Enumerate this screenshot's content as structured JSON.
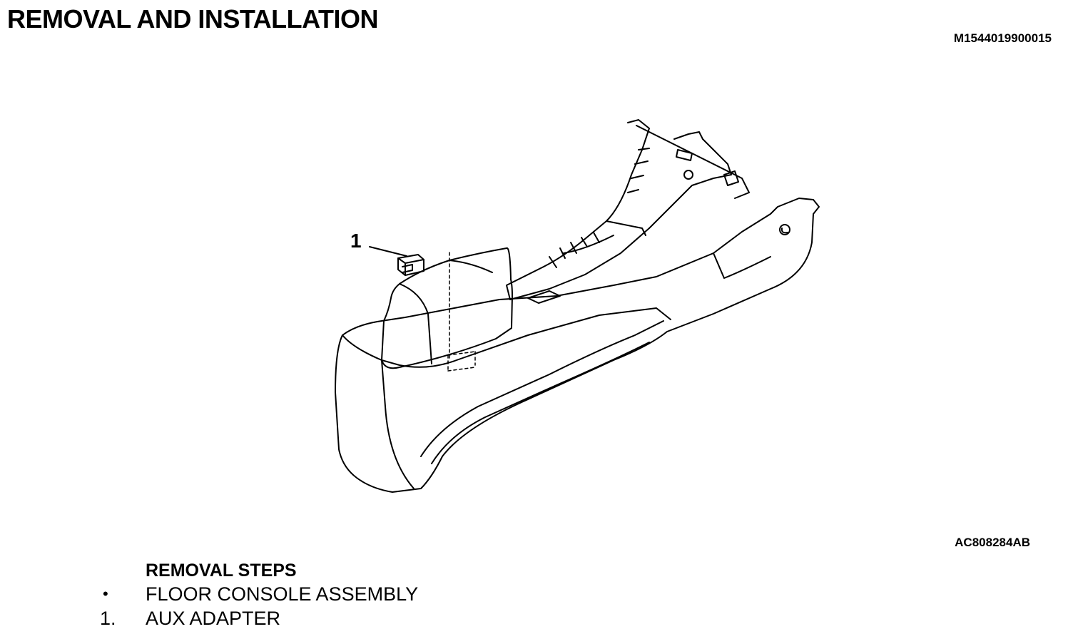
{
  "header": {
    "title": "REMOVAL AND INSTALLATION",
    "document_id": "M1544019900015"
  },
  "figure": {
    "figure_id": "AC808284AB",
    "callouts": [
      "1"
    ]
  },
  "removal_steps": {
    "heading": "REMOVAL STEPS",
    "steps": [
      {
        "marker": "•",
        "label": "FLOOR CONSOLE ASSEMBLY"
      },
      {
        "marker": "1.",
        "label": "AUX ADAPTER"
      }
    ]
  }
}
